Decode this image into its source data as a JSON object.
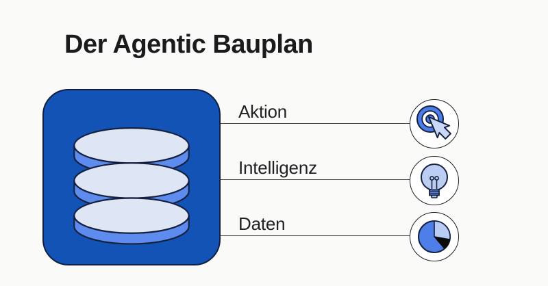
{
  "title": "Der Agentic Bauplan",
  "colors": {
    "background": "#fafaf8",
    "text": "#1b1b1d",
    "core_square_fill": "#1253b5",
    "dark_outline": "#16203f",
    "disk_top": "#dee5f4",
    "disk_side": "#5d8cee",
    "connector_line": "#4a4a4a",
    "icon_blue": "#4a7dea",
    "icon_light_blue": "#c9d8f6",
    "bulb_fill": "#bccdf3",
    "pie_blue": "#4e7fe8",
    "pie_light_slice": "#b9cdf4",
    "pie_dark_slice": "#0c0c0c"
  },
  "diagram": {
    "core": {
      "name": "database-stack",
      "icon": "database-stack-icon"
    },
    "rows": [
      {
        "label": "Aktion",
        "icon": "click-cursor-icon"
      },
      {
        "label": "Intelligenz",
        "icon": "lightbulb-icon"
      },
      {
        "label": "Daten",
        "icon": "pie-chart-icon"
      }
    ]
  }
}
